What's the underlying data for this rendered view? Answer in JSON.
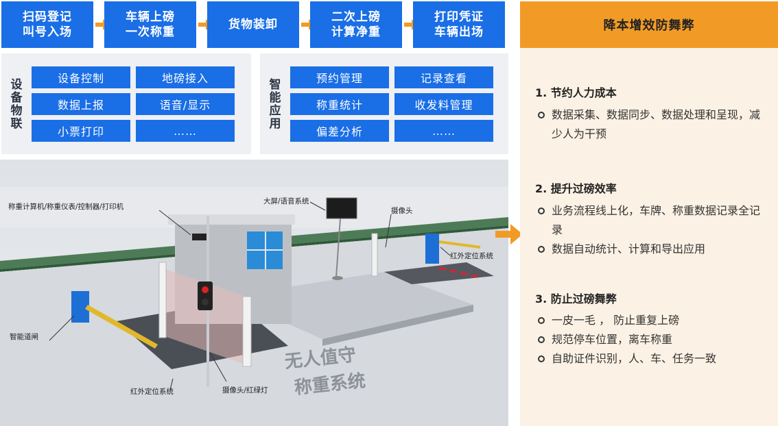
{
  "flow": [
    {
      "line1": "扫码登记",
      "line2": "叫号入场"
    },
    {
      "line1": "车辆上磅",
      "line2": "一次称重"
    },
    {
      "line1": "货物装卸",
      "line2": ""
    },
    {
      "line1": "二次上磅",
      "line2": "计算净重"
    },
    {
      "line1": "打印凭证",
      "line2": "车辆出场"
    }
  ],
  "iot": {
    "title": "设备物联",
    "items": [
      "设备控制",
      "地磅接入",
      "数据上报",
      "语音/显示",
      "小票打印",
      "……"
    ]
  },
  "apps": {
    "title": "智能应用",
    "items": [
      "预约管理",
      "记录查看",
      "称重统计",
      "收发料管理",
      "偏差分析",
      "……"
    ]
  },
  "scene": {
    "labels": {
      "computer": "称重计算机/称重仪表/控制器/打印机",
      "screen": "大屏/语音系统",
      "camera": "摄像头",
      "infrared_right": "红外定位系统",
      "gate": "智能道闸",
      "infrared_bottom": "红外定位系统",
      "camera_light": "摄像头/红绿灯"
    },
    "floor_text_line1": "无人值守",
    "floor_text_line2": "称重系统"
  },
  "benefits": {
    "title": "降本增效防舞弊",
    "sections": [
      {
        "heading": "1. 节约人力成本",
        "bullets": [
          "数据采集、数据同步、数据处理和呈现，减少人为干预"
        ]
      },
      {
        "heading": "2. 提升过磅效率",
        "bullets": [
          "业务流程线上化，车牌、称重数据记录全记录",
          "数据自动统计、计算和导出应用"
        ]
      },
      {
        "heading": "3. 防止过磅舞弊",
        "bullets": [
          "一皮一毛 ， 防止重复上磅",
          "规范停车位置，离车称重",
          "自助证件识别，人、车、任务一致"
        ]
      }
    ]
  },
  "colors": {
    "blue": "#1a6ee6",
    "orange": "#f19b26",
    "panel_bg": "#fbf1e4"
  }
}
